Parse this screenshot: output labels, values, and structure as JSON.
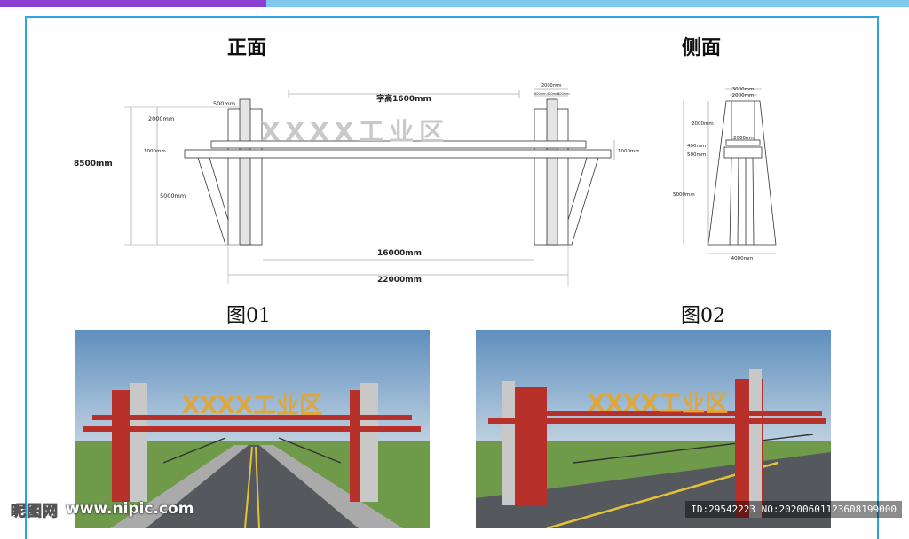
{
  "front": {
    "title": "正面",
    "sign_text": "XXXX工业区",
    "dims": {
      "char_height": "字高1600mm",
      "pillar_top": "500mm",
      "sign_area": "2000mm",
      "beam": "1000mm",
      "total_height": "8500mm",
      "lower": "5000mm",
      "beam_right": "1000mm",
      "inner_width": "16000mm",
      "total_width": "22000mm",
      "pillar_w": "2000mm",
      "pillar_sub_a": "800mm",
      "pillar_sub_b": "400mm",
      "pillar_sub_c": "800mm"
    }
  },
  "side": {
    "title": "侧面",
    "dims": {
      "top_outer": "3000mm",
      "top_inner": "2000mm",
      "upper": "2000mm",
      "beam_w": "2000mm",
      "beam_h": "400mm",
      "beam_b": "500mm",
      "lower": "5000mm",
      "base": "4000mm"
    }
  },
  "figures": {
    "fig1_label": "图01",
    "fig2_label": "图02",
    "sign_text": "XXXX工业区"
  },
  "watermark": {
    "logo": "昵图网",
    "url": "www.nipic.com",
    "id": "ID:29542223 NO:20200601123608199000"
  },
  "colors": {
    "frame": "#2aa6e0",
    "pillar_red": "#b8302a",
    "sign_gold": "#e0a63a",
    "sign_gray": "#c9c9c9"
  }
}
